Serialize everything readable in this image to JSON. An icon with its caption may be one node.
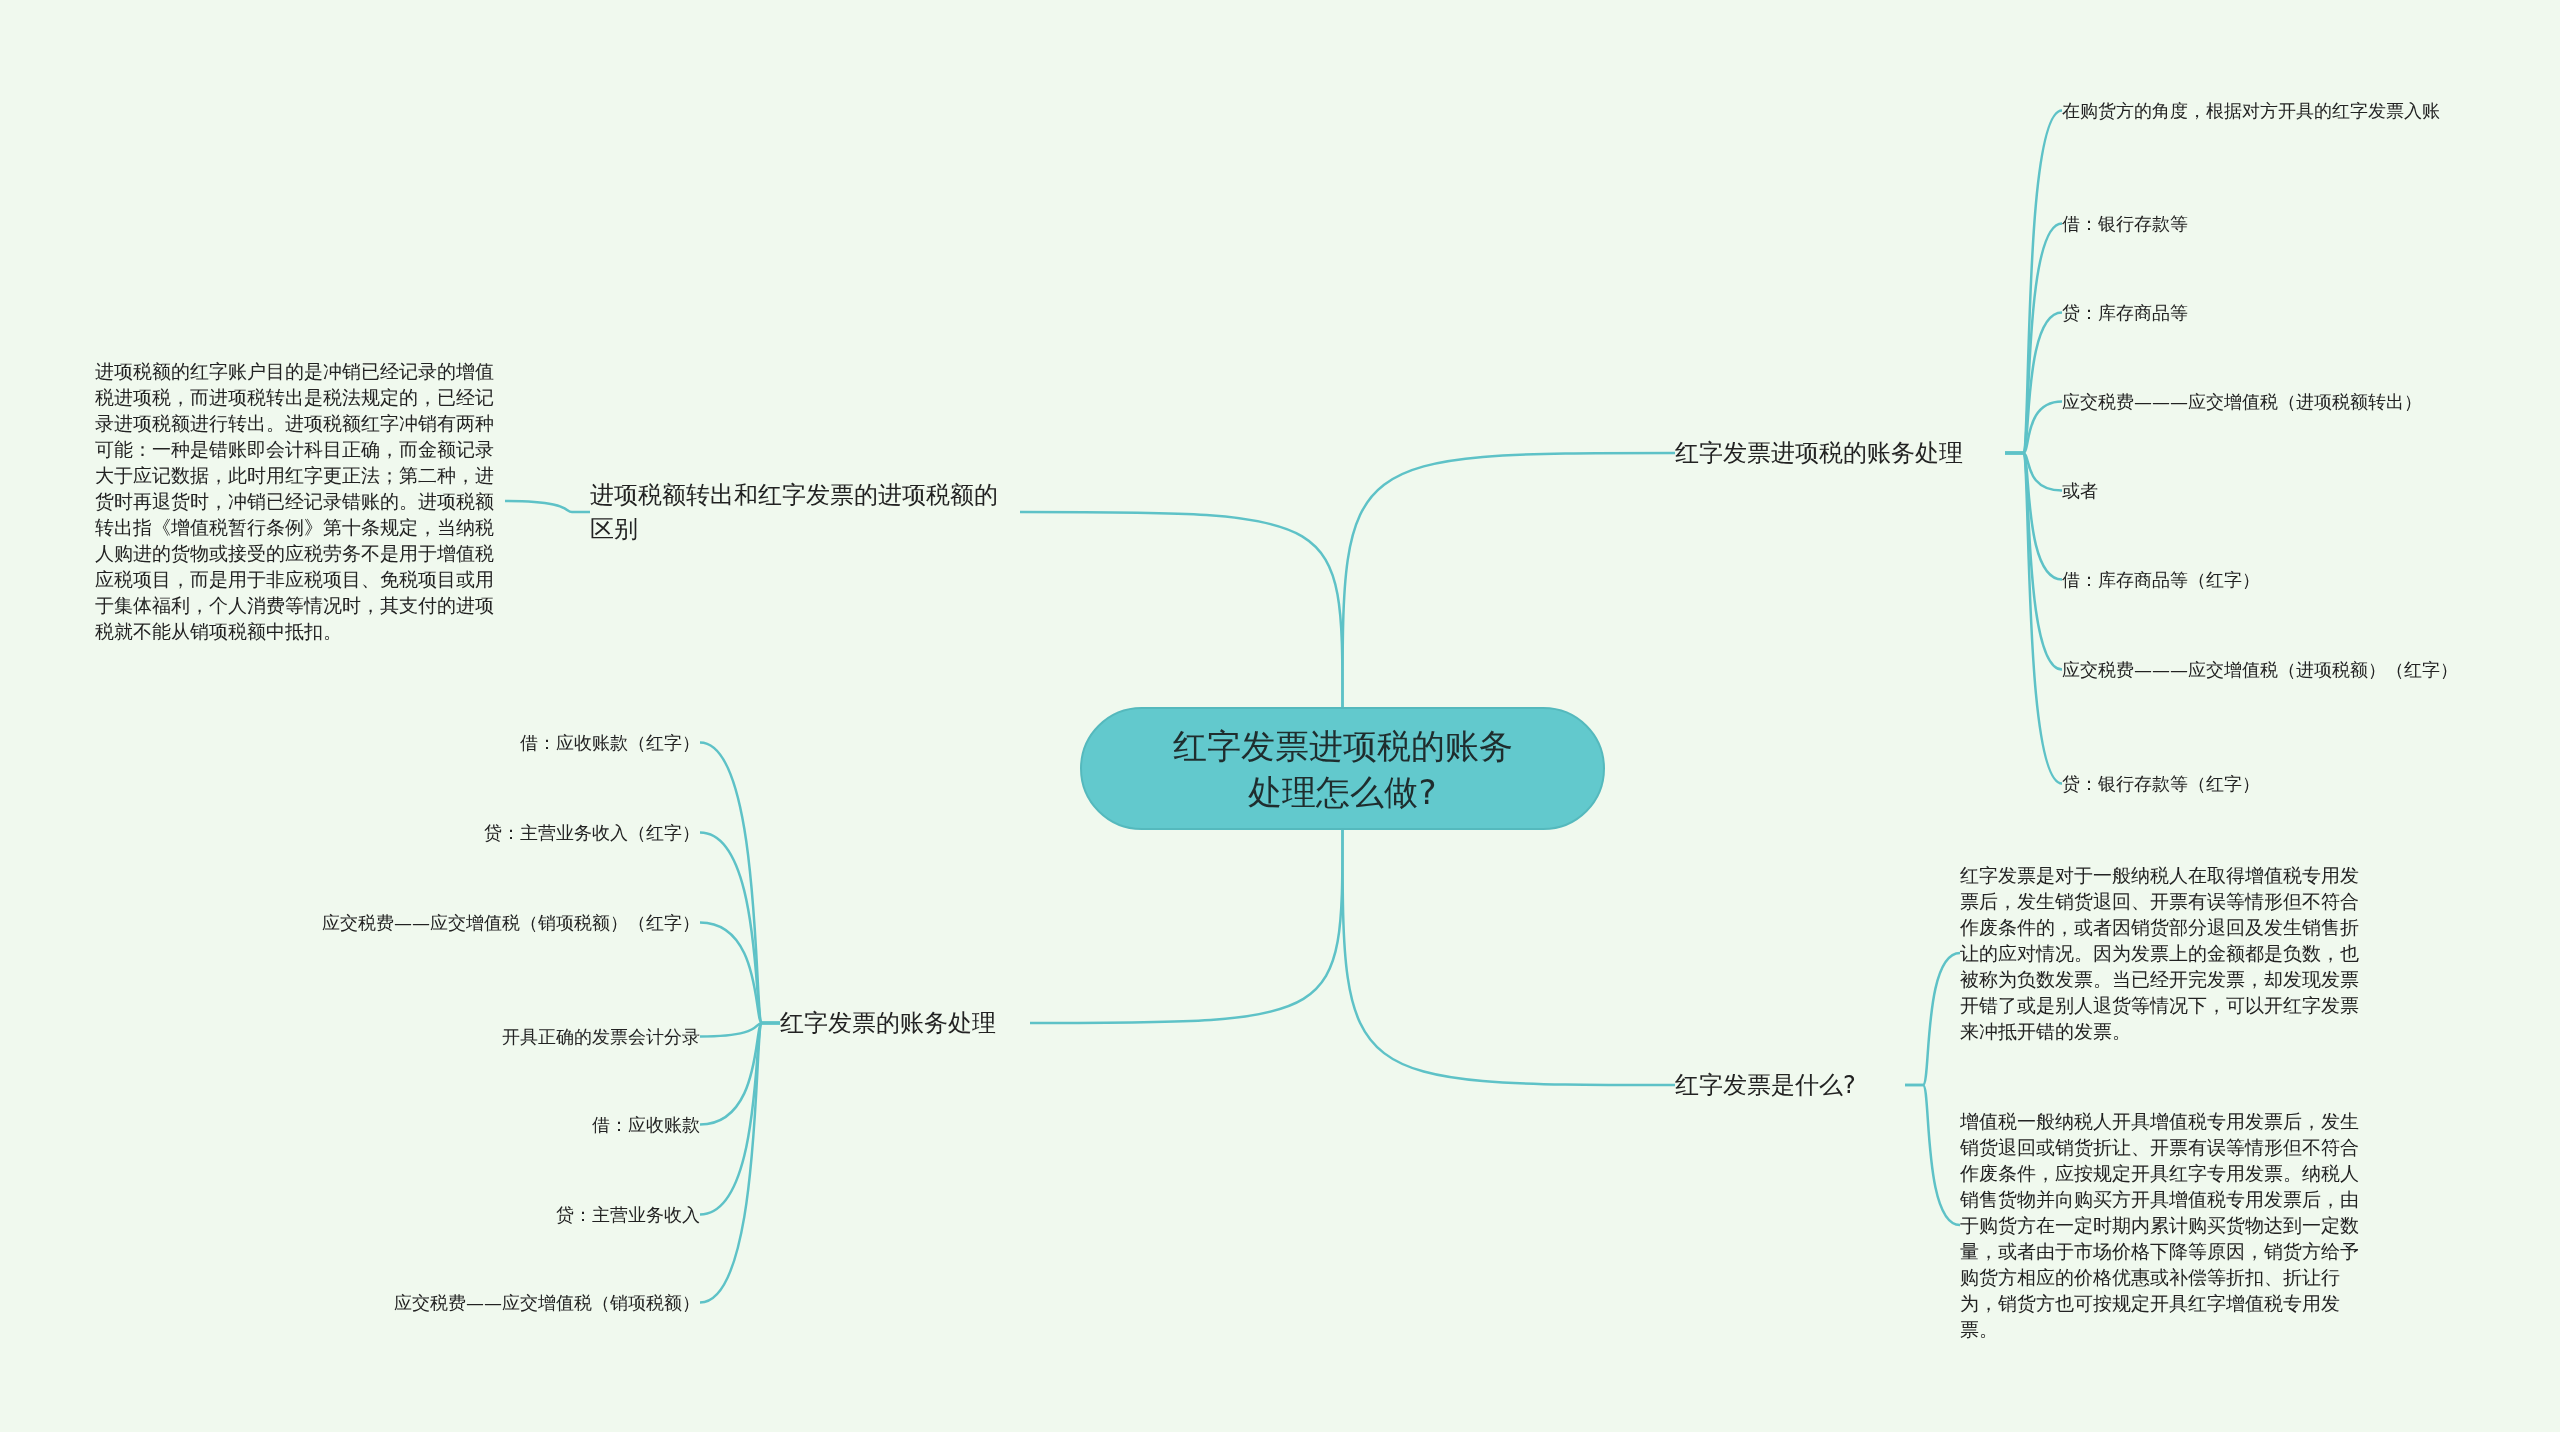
{
  "diagram": {
    "nodes": [
      {
        "text": [
          "红字发票进项税的账务处理怎么做?"
        ]
      },
      {
        "text": [
          "进项税额转出和红字发票的进项税额的区别"
        ]
      },
      {
        "text": [
          "进项税额的红字账户目的是冲销已经记录的增值税进项税，而进项税转出是税法规定的，已经记录进项税额进行转出。进项税额红字冲销有两种可能：一种是错账即会计科目正确，而金额记录大于应记数据，此时用红字更正法；第二种，进货时再退货时，冲销已经记录错账的。进项税额转出指《增值税暂行条例》第十条规定，当纳税人购进的货物或接受的应税劳务不是用于增值税应税项目，而是用于非应税项目、免税项目或用于集体福利，个人消费等情况时，其支付的进项税就不能从销项税额中抵扣。"
        ]
      },
      {
        "text": [
          "红字发票进项税的账务处理"
        ]
      },
      {
        "text": [
          "在购货方的角度，根据对方开具的红字发票入账"
        ]
      },
      {
        "text": [
          "借：银行存款等"
        ]
      },
      {
        "text": [
          "贷：库存商品等"
        ]
      },
      {
        "text": [
          "应交税费———应交增值税（进项税额转出）"
        ]
      },
      {
        "text": [
          "或者"
        ]
      },
      {
        "text": [
          "借：库存商品等（红字）"
        ]
      },
      {
        "text": [
          "应交税费———应交增值税（进项税额）（红字）"
        ]
      },
      {
        "text": [
          "贷：银行存款等（红字）"
        ]
      },
      {
        "text": [
          "红字发票是什么?"
        ]
      },
      {
        "text": [
          "红字发票是对于一般纳税人在取得增值税专用发票后，发生销货退回、开票有误等情形但不符合作废条件的，或者因销货部分退回及发生销售折让的应对情况。因为发票上的金额都是负数，也被称为负数发票。当已经开完发票，却发现发票开错了或是别人退货等情况下，可以开红字发票来冲抵开错的发票。"
        ]
      },
      {
        "text": [
          "增值税一般纳税人开具增值税专用发票后，发生销货退回或销货折让、开票有误等情形但不符合作废条件，应按规定开具红字专用发票。纳税人销售货物并向购买方开具增值税专用发票后，由于购货方在一定时期内累计购买货物达到一定数量，或者由于市场价格下降等原因，销货方给予购货方相应的价格优惠或补偿等折扣、折让行为，销货方也可按规定开具红字增值税专用发票。"
        ]
      },
      {
        "text": [
          "红字发票的账务处理"
        ]
      },
      {
        "text": [
          "借：应收账款（红字）"
        ]
      },
      {
        "text": [
          "贷：主营业务收入（红字）"
        ]
      },
      {
        "text": [
          "应交税费——应交增值税（销项税额）（红字）"
        ]
      },
      {
        "text": [
          "开具正确的发票会计分录"
        ]
      },
      {
        "text": [
          "借：应收账款"
        ]
      },
      {
        "text": [
          "贷：主营业务收入"
        ]
      },
      {
        "text": [
          "应交税费——应交增值税（销项税额）"
        ]
      }
    ],
    "edges": [
      {
        "from": 0,
        "to": 1,
        "arrow": "none"
      },
      {
        "from": 1,
        "to": 2,
        "arrow": "none"
      },
      {
        "from": 0,
        "to": 3,
        "arrow": "none"
      },
      {
        "from": 3,
        "to": 4,
        "arrow": "none"
      },
      {
        "from": 3,
        "to": 5,
        "arrow": "none"
      },
      {
        "from": 3,
        "to": 6,
        "arrow": "none"
      },
      {
        "from": 3,
        "to": 7,
        "arrow": "none"
      },
      {
        "from": 3,
        "to": 8,
        "arrow": "none"
      },
      {
        "from": 3,
        "to": 9,
        "arrow": "none"
      },
      {
        "from": 3,
        "to": 10,
        "arrow": "none"
      },
      {
        "from": 3,
        "to": 11,
        "arrow": "none"
      },
      {
        "from": 0,
        "to": 12,
        "arrow": "none"
      },
      {
        "from": 12,
        "to": 13,
        "arrow": "none"
      },
      {
        "from": 12,
        "to": 14,
        "arrow": "none"
      },
      {
        "from": 0,
        "to": 15,
        "arrow": "none"
      },
      {
        "from": 15,
        "to": 16,
        "arrow": "none"
      },
      {
        "from": 15,
        "to": 17,
        "arrow": "none"
      },
      {
        "from": 15,
        "to": 18,
        "arrow": "none"
      },
      {
        "from": 15,
        "to": 19,
        "arrow": "none"
      },
      {
        "from": 15,
        "to": 20,
        "arrow": "none"
      },
      {
        "from": 15,
        "to": 21,
        "arrow": "none"
      },
      {
        "from": 15,
        "to": 22,
        "arrow": "none"
      }
    ]
  }
}
